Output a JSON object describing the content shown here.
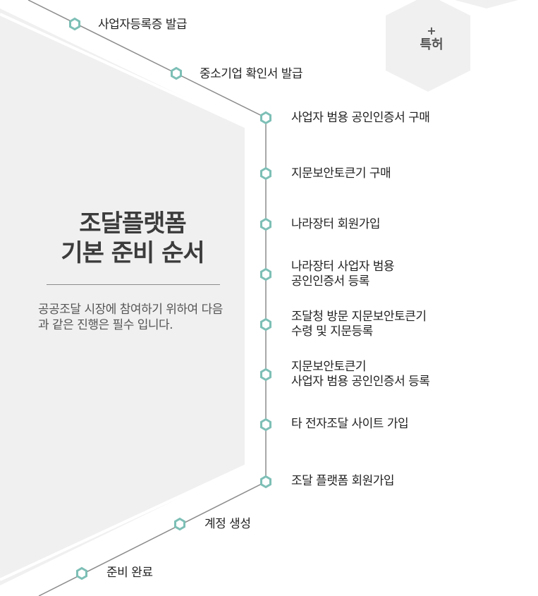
{
  "main_title": [
    "조달플랫폼",
    "기본 준비 순서"
  ],
  "description": "공공조달 시장에 참여하기 위하여 다음과 같은 진행은 필수 입니다.",
  "patent_badge": {
    "plus": "+",
    "label": "특허"
  },
  "steps": [
    {
      "lines": [
        "사업자등록증 발급"
      ]
    },
    {
      "lines": [
        "중소기업 확인서 발급"
      ]
    },
    {
      "lines": [
        "사업자 범용 공인인증서 구매"
      ]
    },
    {
      "lines": [
        "지문보안토큰기 구매"
      ]
    },
    {
      "lines": [
        "나라장터 회원가입"
      ]
    },
    {
      "lines": [
        "나라장터 사업자 범용",
        "공인인증서 등록"
      ]
    },
    {
      "lines": [
        "조달청 방문 지문보안토큰기",
        "수령 및 지문등록"
      ]
    },
    {
      "lines": [
        "지문보안토큰기",
        "사업자 범용 공인인증서 등록"
      ]
    },
    {
      "lines": [
        "타 전자조달 사이트 가입"
      ]
    },
    {
      "lines": [
        "조달 플랫폼 회원가입"
      ]
    },
    {
      "lines": [
        "계정 생성"
      ]
    },
    {
      "lines": [
        "준비 완료"
      ]
    }
  ],
  "colors": {
    "accent": "#7dbfb6",
    "panel": "#f0f0f0",
    "line": "#8c8c8c"
  }
}
